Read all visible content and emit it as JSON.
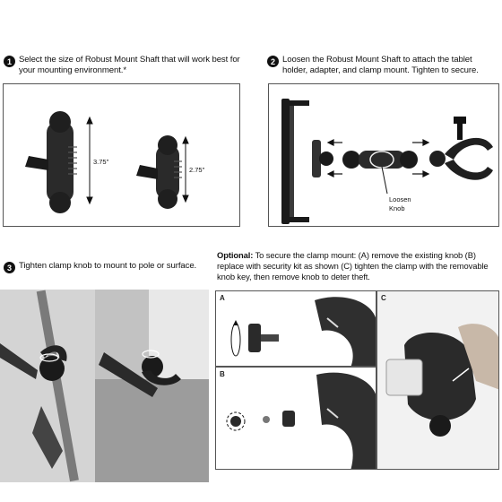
{
  "steps": [
    {
      "number": "1",
      "text": "Select the size of Robust Mount Shaft that will work best for your mounting environment.*"
    },
    {
      "number": "2",
      "text": "Loosen the Robust Mount Shaft to attach the tablet holder, adapter, and clamp mount. Tighten to secure."
    },
    {
      "number": "3",
      "text": "Tighten clamp knob to mount to pole or surface."
    }
  ],
  "optional": {
    "label": "Optional:",
    "text": " To secure the clamp mount: (A) remove the existing knob (B) replace with security kit as shown (C) tighten the clamp with the removable knob key, then remove knob to deter theft."
  },
  "shaft_sizes": {
    "long": "3.75\"",
    "short": "2.75\""
  },
  "callout": {
    "line1": "Loosen",
    "line2": "Knob"
  },
  "sub_panels": {
    "a": "A",
    "b": "B",
    "c": "C"
  },
  "colors": {
    "ink": "#111111",
    "panel_border": "#555555",
    "part_dark": "#2a2a2a",
    "photo_bg": "#d9d9d9"
  }
}
